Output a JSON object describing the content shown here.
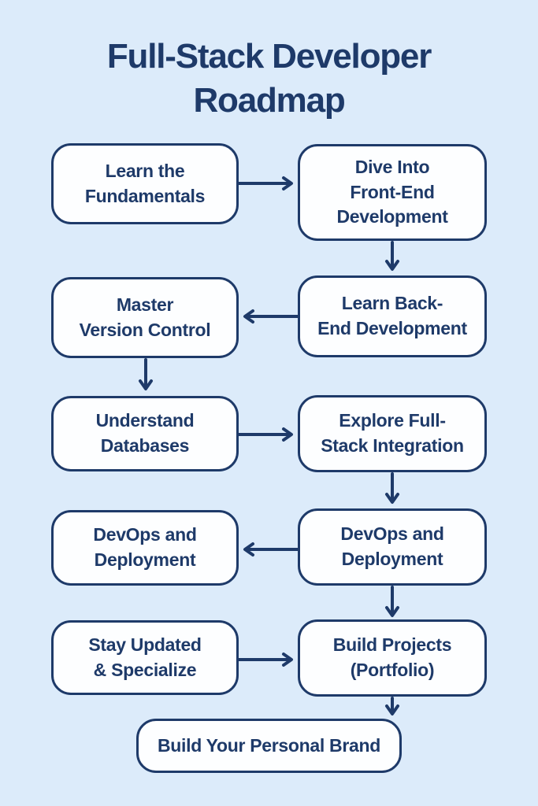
{
  "title": "Full-Stack Developer\nRoadmap",
  "colors": {
    "background": "#dcebfa",
    "node_fill": "#fdfeff",
    "accent": "#1e3a69"
  },
  "nodes": [
    {
      "id": "learn-fundamentals",
      "label": "Learn the\nFundamentals"
    },
    {
      "id": "front-end",
      "label": "Dive Into\nFront-End\nDevelopment"
    },
    {
      "id": "version-control",
      "label": "Master\nVersion Control"
    },
    {
      "id": "back-end",
      "label": "Learn Back-\nEnd Development"
    },
    {
      "id": "databases",
      "label": "Understand\nDatabases"
    },
    {
      "id": "full-stack-integration",
      "label": "Explore Full-\nStack Integration"
    },
    {
      "id": "devops-left",
      "label": "DevOps and\nDeployment"
    },
    {
      "id": "devops-right",
      "label": "DevOps and\nDeployment"
    },
    {
      "id": "stay-updated",
      "label": "Stay Updated\n& Specialize"
    },
    {
      "id": "build-projects",
      "label": "Build Projects\n(Portfolio)"
    },
    {
      "id": "personal-brand",
      "label": "Build Your Personal Brand"
    }
  ],
  "edges": [
    {
      "from": "learn-fundamentals",
      "to": "front-end"
    },
    {
      "from": "front-end",
      "to": "back-end"
    },
    {
      "from": "back-end",
      "to": "version-control"
    },
    {
      "from": "version-control",
      "to": "databases"
    },
    {
      "from": "databases",
      "to": "full-stack-integration"
    },
    {
      "from": "full-stack-integration",
      "to": "devops-right"
    },
    {
      "from": "devops-right",
      "to": "devops-left"
    },
    {
      "from": "devops-right",
      "to": "build-projects"
    },
    {
      "from": "stay-updated",
      "to": "build-projects"
    },
    {
      "from": "build-projects",
      "to": "personal-brand"
    }
  ]
}
